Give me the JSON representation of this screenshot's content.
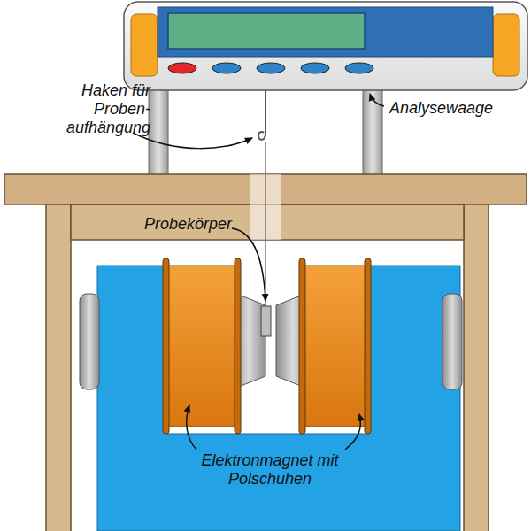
{
  "diagram": {
    "labels": [
      "Haken für Proben- aufhängung",
      "Analysewaage",
      "Probekörper",
      "Elektronmagnet mit Polschuhen"
    ]
  }
}
